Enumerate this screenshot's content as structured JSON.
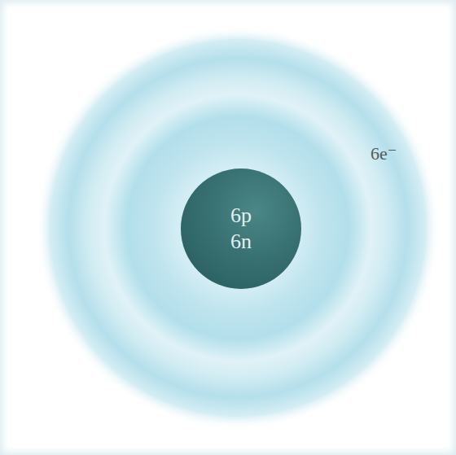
{
  "diagram": {
    "nodes": [
      {
        "text": [
          "6e⁻"
        ]
      },
      {
        "text": [
          "6p",
          "6n"
        ],
        "in": 0
      }
    ]
  }
}
